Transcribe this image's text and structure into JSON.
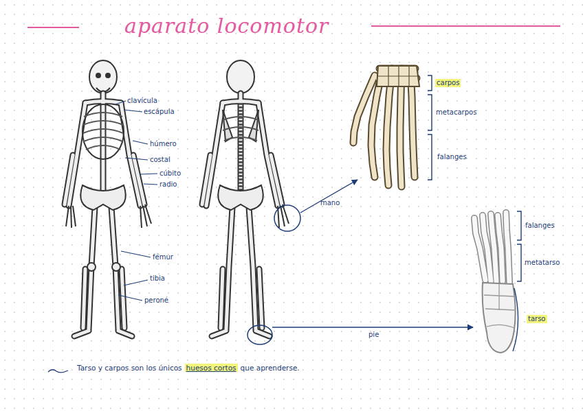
{
  "diagram": {
    "title": "aparato locomotor",
    "labels": [
      "clavícula",
      "escápula",
      "húmero",
      "costal",
      "cúbito",
      "radio",
      "fémur",
      "tibia",
      "peroné",
      "carpos",
      "metacarpos",
      "falanges",
      "falanges",
      "metatarso",
      "tarso",
      "mano",
      "pie",
      "Tarso y carpos son los únicos",
      "huesos cortos",
      "que aprenderse."
    ]
  }
}
